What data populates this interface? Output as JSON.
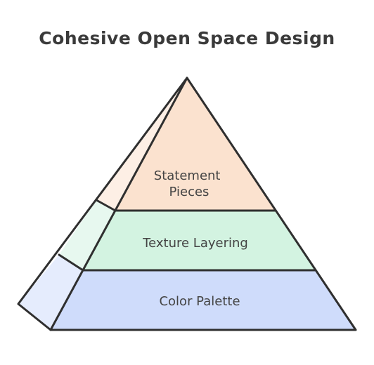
{
  "title": "Cohesive Open Space Design",
  "layers": [
    {
      "id": "top",
      "label_lines": [
        "Statement",
        "Pieces"
      ],
      "color": "#fbe2cf"
    },
    {
      "id": "middle",
      "label_lines": [
        "Texture Layering"
      ],
      "color": "#d3f3e1"
    },
    {
      "id": "bottom",
      "label_lines": [
        "Color Palette"
      ],
      "color": "#cfdcfb"
    }
  ],
  "stroke_color": "#2f2f2f"
}
